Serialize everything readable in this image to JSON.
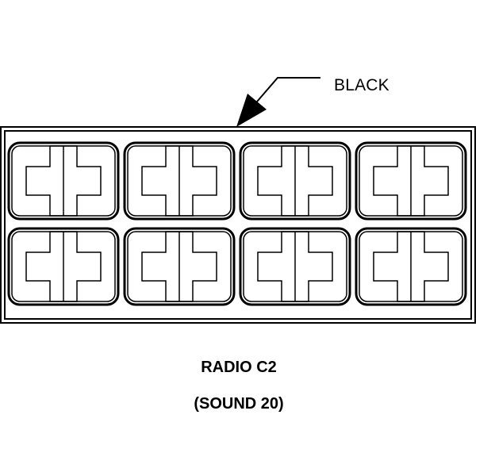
{
  "callout": {
    "label": "BLACK"
  },
  "caption": {
    "title": "RADIO C2",
    "subtitle": "(SOUND 20)"
  },
  "connector": {
    "rows": 2,
    "columns": 4,
    "line_color": "#000000",
    "background": "#ffffff"
  }
}
